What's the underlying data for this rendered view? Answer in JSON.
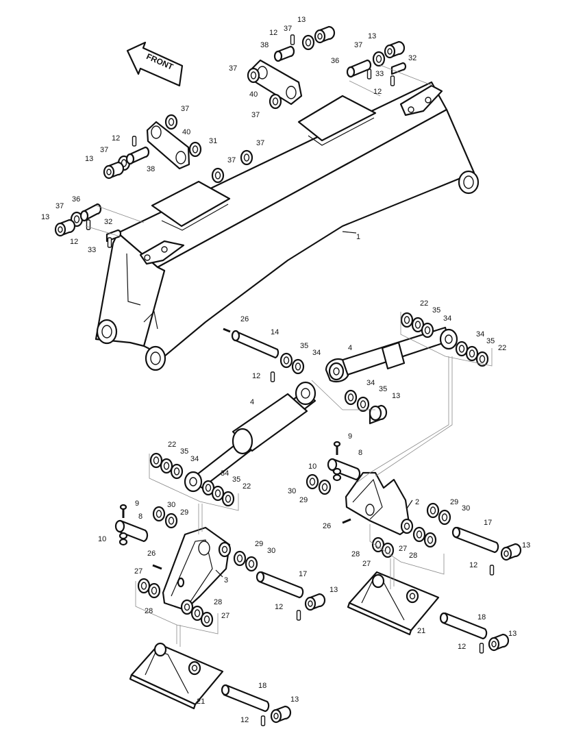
{
  "front_label": "FRONT",
  "callouts": {
    "c1": "1",
    "c2": "2",
    "c3": "3",
    "c4": "4",
    "c8": "8",
    "c9": "9",
    "c10": "10",
    "c12": "12",
    "c13": "13",
    "c14": "14",
    "c17": "17",
    "c18": "18",
    "c21": "21",
    "c22": "22",
    "c26": "26",
    "c27": "27",
    "c28": "28",
    "c29": "29",
    "c30": "30",
    "c31": "31",
    "c32": "32",
    "c33": "33",
    "c34": "34",
    "c35": "35",
    "c36": "36",
    "c37": "37",
    "c38": "38",
    "c40": "40"
  },
  "colors": {
    "ink": "#111111",
    "paper": "#ffffff",
    "leader": "#888888"
  }
}
